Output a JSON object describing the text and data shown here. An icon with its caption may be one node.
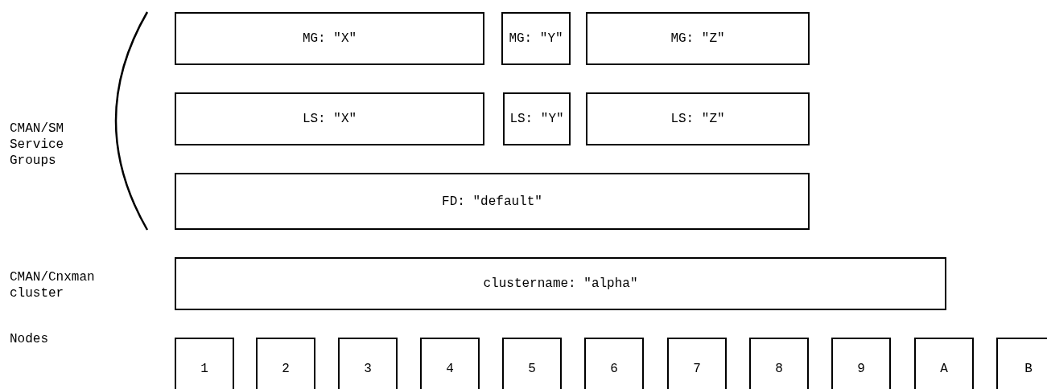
{
  "diagram": {
    "nodes": [
      {
        "text": [
          "MG: \"X\""
        ]
      },
      {
        "text": [
          "MG: \"Y\""
        ]
      },
      {
        "text": [
          "MG: \"Z\""
        ]
      },
      {
        "text": [
          "LS: \"X\""
        ]
      },
      {
        "text": [
          "LS: \"Y\""
        ]
      },
      {
        "text": [
          "LS: \"Z\""
        ]
      },
      {
        "text": [
          "FD: \"default\""
        ]
      },
      {
        "text": [
          "clustername: \"alpha\""
        ]
      },
      {
        "text": [
          "1"
        ]
      },
      {
        "text": [
          "2"
        ]
      },
      {
        "text": [
          "3"
        ]
      },
      {
        "text": [
          "4"
        ]
      },
      {
        "text": [
          "5"
        ]
      },
      {
        "text": [
          "6"
        ]
      },
      {
        "text": [
          "7"
        ]
      },
      {
        "text": [
          "8"
        ]
      },
      {
        "text": [
          "9"
        ]
      },
      {
        "text": [
          "A"
        ]
      },
      {
        "text": [
          "B"
        ]
      }
    ],
    "edges": [],
    "labels": [
      "CMAN/SM Service Groups",
      "CMAN/Cnxman cluster",
      "Nodes"
    ]
  }
}
